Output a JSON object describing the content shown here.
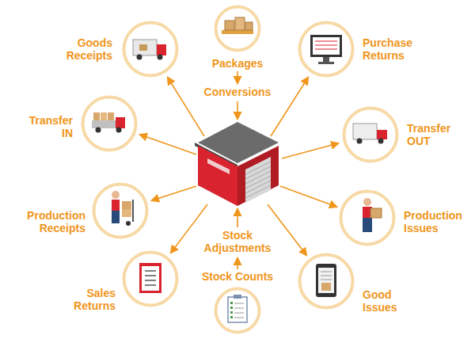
{
  "diagram": {
    "nodes": [
      {
        "text": [
          "Goods Receipts"
        ]
      },
      {
        "text": [
          "Packages"
        ]
      },
      {
        "text": [
          "Purchase Returns"
        ]
      },
      {
        "text": [
          "Transfer IN"
        ]
      },
      {
        "text": [
          "Transfer OUT"
        ]
      },
      {
        "text": [
          "Production Receipts"
        ]
      },
      {
        "text": [
          "Production Issues"
        ]
      },
      {
        "text": [
          "Sales Returns"
        ]
      },
      {
        "text": [
          "Stock Counts"
        ]
      },
      {
        "text": [
          "Good Issues"
        ]
      }
    ],
    "labels": [
      "Conversions",
      "Stock Adjustments"
    ]
  }
}
